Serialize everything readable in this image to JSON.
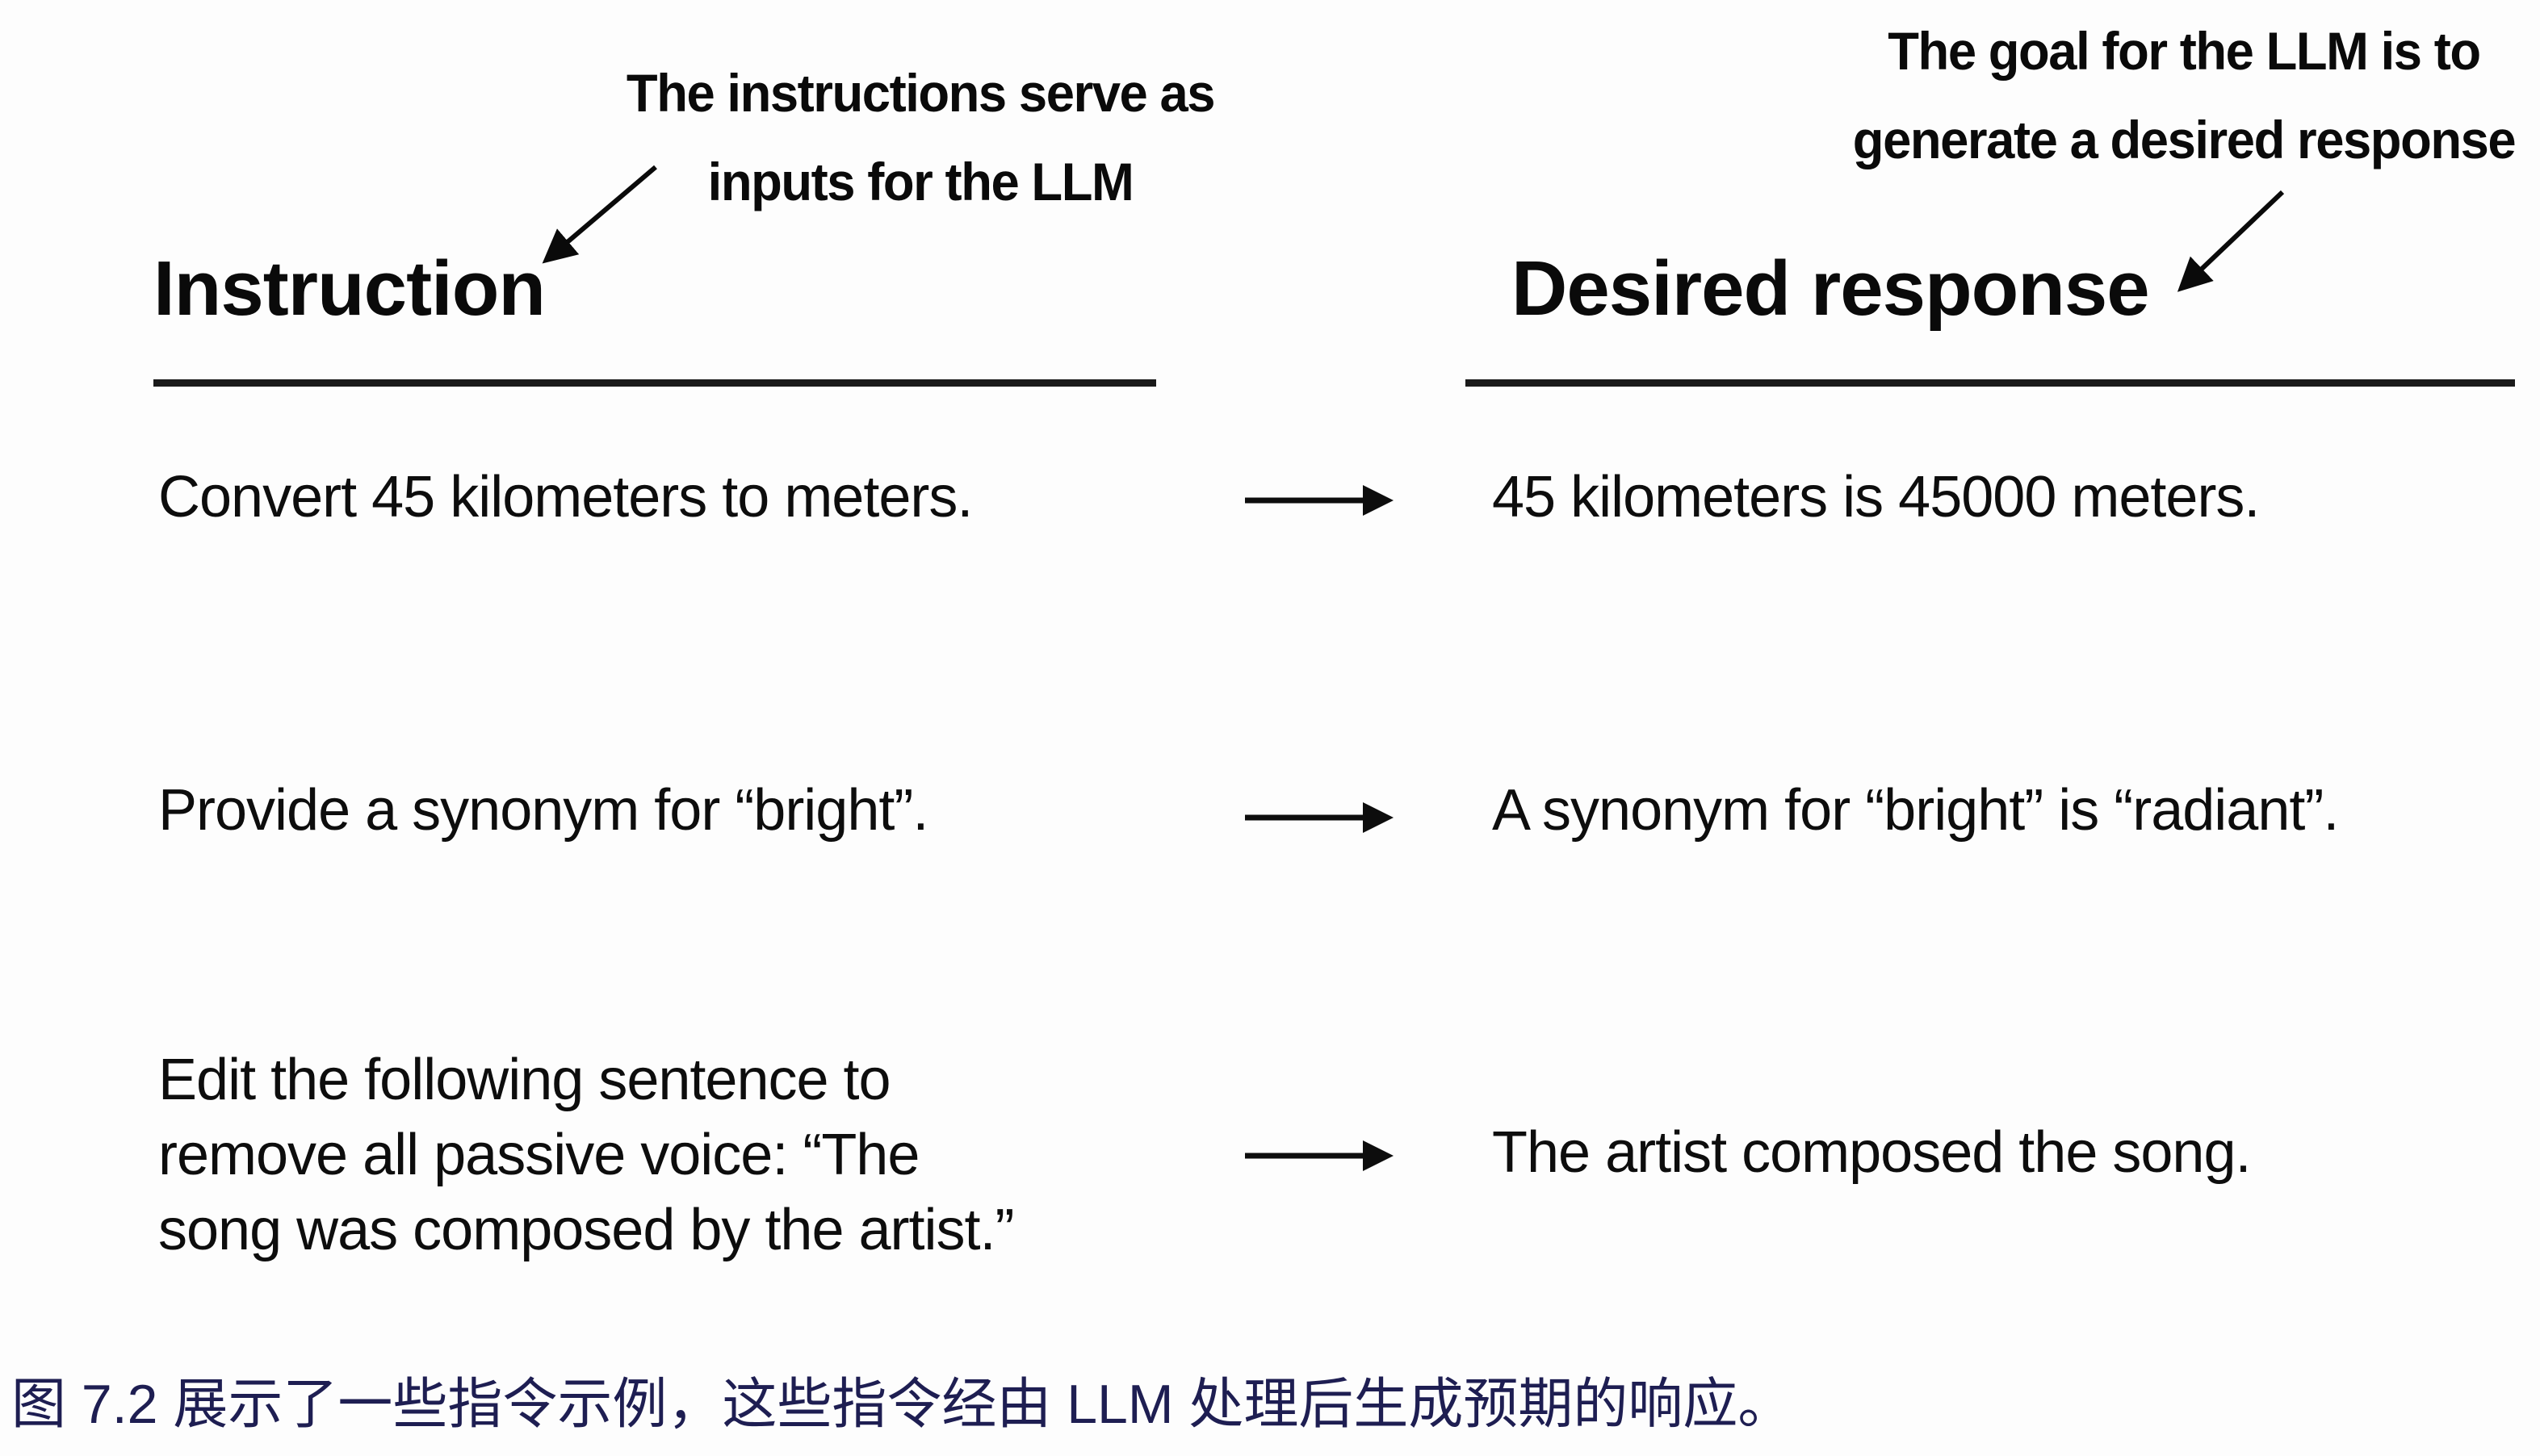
{
  "figure": {
    "annotations": {
      "left": {
        "line1": "The instructions serve as",
        "line2": "inputs for the LLM"
      },
      "right": {
        "line1": "The goal for the LLM is to",
        "line2": "generate a desired response"
      }
    },
    "columns": {
      "left_header": "Instruction",
      "right_header": "Desired response"
    },
    "rows": [
      {
        "instruction": "Convert 45 kilometers to meters.",
        "response": "45 kilometers is 45000 meters."
      },
      {
        "instruction": "Provide a synonym for “bright”.",
        "response": "A synonym for “bright” is “radiant”."
      },
      {
        "instruction": "Edit the following sentence to\nremove all passive voice: “The\nsong was composed by the artist.”",
        "response": "The artist composed the song."
      }
    ],
    "caption": "图 7.2 展示了一些指令示例，这些指令经由 LLM 处理后生成预期的响应。",
    "icons": {
      "annotation_arrow_left": "diagonal-arrow-down-left",
      "annotation_arrow_right": "diagonal-arrow-down-left",
      "row_arrow": "right-arrow"
    },
    "colors": {
      "text": "#0d0d0d",
      "caption": "#1e1e52",
      "rule": "#1a1a1a",
      "background": "#fdfdfd"
    }
  }
}
